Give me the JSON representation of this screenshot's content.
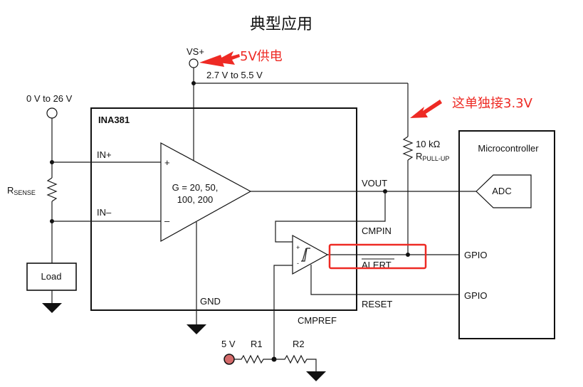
{
  "title": "典型应用",
  "annotations": {
    "vs_note": "5V供电",
    "pullup_note": "这单独接3.3V",
    "color": "#ee2a24"
  },
  "supply": {
    "vs_label": "VS+",
    "vs_range": "2.7 V to 5.5 V",
    "bus_range": "0 V to 26 V"
  },
  "sense": {
    "rsense_r": "R",
    "rsense_sub": "SENSE",
    "load_label": "Load"
  },
  "ic": {
    "name": "INA381",
    "in_plus": "IN+",
    "in_minus": "IN–",
    "gain_line1": "G = 20, 50,",
    "gain_line2": "100, 200",
    "amp_plus": "+",
    "amp_minus": "–",
    "vout": "VOUT",
    "cmpin": "CMPIN",
    "alert": "ALERT",
    "reset": "RESET",
    "gnd": "GND",
    "cmpref": "CMPREF",
    "cmp_plus": "+",
    "cmp_minus": "-"
  },
  "pullup": {
    "value": "10 kΩ",
    "r": "R",
    "sub": "PULL-UP"
  },
  "mcu": {
    "title": "Microcontroller",
    "adc": "ADC",
    "gpio1": "GPIO",
    "gpio2": "GPIO"
  },
  "divider": {
    "source": "5 V",
    "r1": "R1",
    "r2": "R2",
    "source_color": "#d46a6a"
  }
}
